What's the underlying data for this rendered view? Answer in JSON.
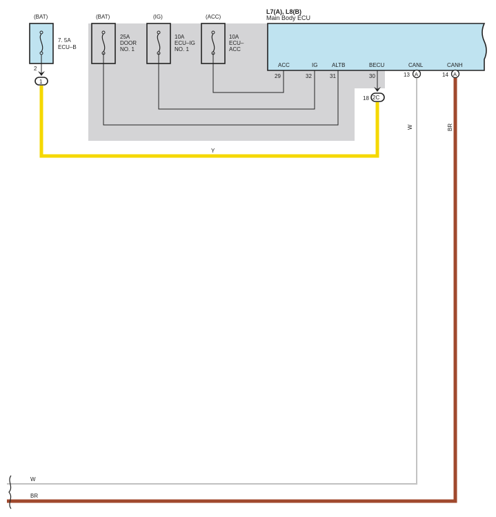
{
  "fuses": [
    {
      "id": "ecu_b",
      "source": "(BAT)",
      "line1": "7. 5A",
      "line2": "ECU–B",
      "line3": "",
      "pin": "2"
    },
    {
      "id": "door1",
      "source": "(BAT)",
      "line1": "25A",
      "line2": "DOOR",
      "line3": "NO. 1"
    },
    {
      "id": "ecu_ig1",
      "source": "(IG)",
      "line1": "10A",
      "line2": "ECU–IG",
      "line3": "NO. 1"
    },
    {
      "id": "ecu_acc",
      "source": "(ACC)",
      "line1": "10A",
      "line2": "ECU–",
      "line3": "ACC"
    }
  ],
  "ecu": {
    "title": "L7(A), L8(B)",
    "subtitle": "Main Body ECU",
    "terminals": [
      {
        "id": "acc",
        "label": "ACC",
        "pin": "29"
      },
      {
        "id": "ig",
        "label": "IG",
        "pin": "32"
      },
      {
        "id": "altb",
        "label": "ALTB",
        "pin": "31"
      },
      {
        "id": "becu",
        "label": "BECU",
        "pin": "30"
      },
      {
        "id": "canl",
        "label": "CANL",
        "pin": "13",
        "connector": "A"
      },
      {
        "id": "canh",
        "label": "CANH",
        "pin": "14",
        "connector": "A"
      }
    ]
  },
  "junctions": {
    "j1": {
      "label": "1"
    },
    "j2c": {
      "label": "2C",
      "pin": "18"
    }
  },
  "wires": {
    "yellow": {
      "label": "Y",
      "color": "#f5d800"
    },
    "canl": {
      "label": "W",
      "color": "#9a9a9a"
    },
    "canh": {
      "label": "BR",
      "color": "#a0492d"
    }
  },
  "bottom_labels": {
    "w": "W",
    "br": "BR"
  },
  "colors": {
    "relay_block": "#d4d4d6",
    "fuse_fill": "#bfe3f0",
    "ecu_fill": "#bfe3f0"
  }
}
